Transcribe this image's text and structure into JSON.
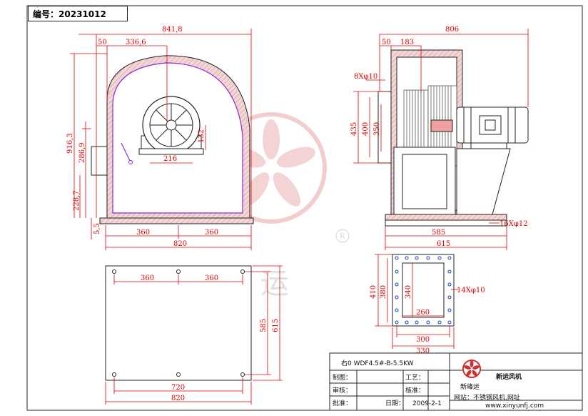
{
  "header": {
    "serial_label": "编号：",
    "serial_value": "20231012"
  },
  "watermark": {
    "text": "新峰运",
    "registered": "R"
  },
  "colors": {
    "dim": "#e00000",
    "purple": "#8a2be2",
    "hatch": "#e8b8b8",
    "line": "#222222"
  },
  "front_view": {
    "dims": {
      "total_width": "841,8",
      "offset": "50",
      "to_center": "336,6",
      "height_total": "916,3",
      "outlet_height": "286,9",
      "inlet_low": "228,7",
      "base_gap": "5,5",
      "half_left": "360",
      "half_right": "360",
      "base_width": "820",
      "motor_small": "132",
      "motor_width": "216"
    }
  },
  "side_view": {
    "dims": {
      "total_depth": "806",
      "offset": "50",
      "inner": "183",
      "bolt_note": "8Xφ10",
      "h435": "435",
      "h400": "400",
      "h350": "350",
      "base_holes": "16Xφ12",
      "base_inner": "585",
      "base_outer": "615"
    }
  },
  "base_plan": {
    "dims": {
      "top_left": "360",
      "top_right": "360",
      "height_inner": "585",
      "height_outer": "615",
      "bottom_inner": "720",
      "bottom_outer": "820"
    }
  },
  "flange": {
    "dims": {
      "h410": "410",
      "h380": "380",
      "h340": "340",
      "holes": "14Xφ10",
      "w260": "260",
      "w300": "300",
      "w330": "330"
    }
  },
  "title_block": {
    "model": "右0  WDF4.5#-B-5.5KW",
    "company": "新运风机",
    "logo_text": "新峰运",
    "rows": [
      {
        "label": "制图：",
        "right_label": "工艺："
      },
      {
        "label": "审核：",
        "right_label": "核准："
      },
      {
        "label": "批准：",
        "right_label": "日期：",
        "date": "2009-2-1"
      }
    ],
    "website": "网站：不锈钢风机.网址",
    "url": "www.xinyunfj.com"
  }
}
